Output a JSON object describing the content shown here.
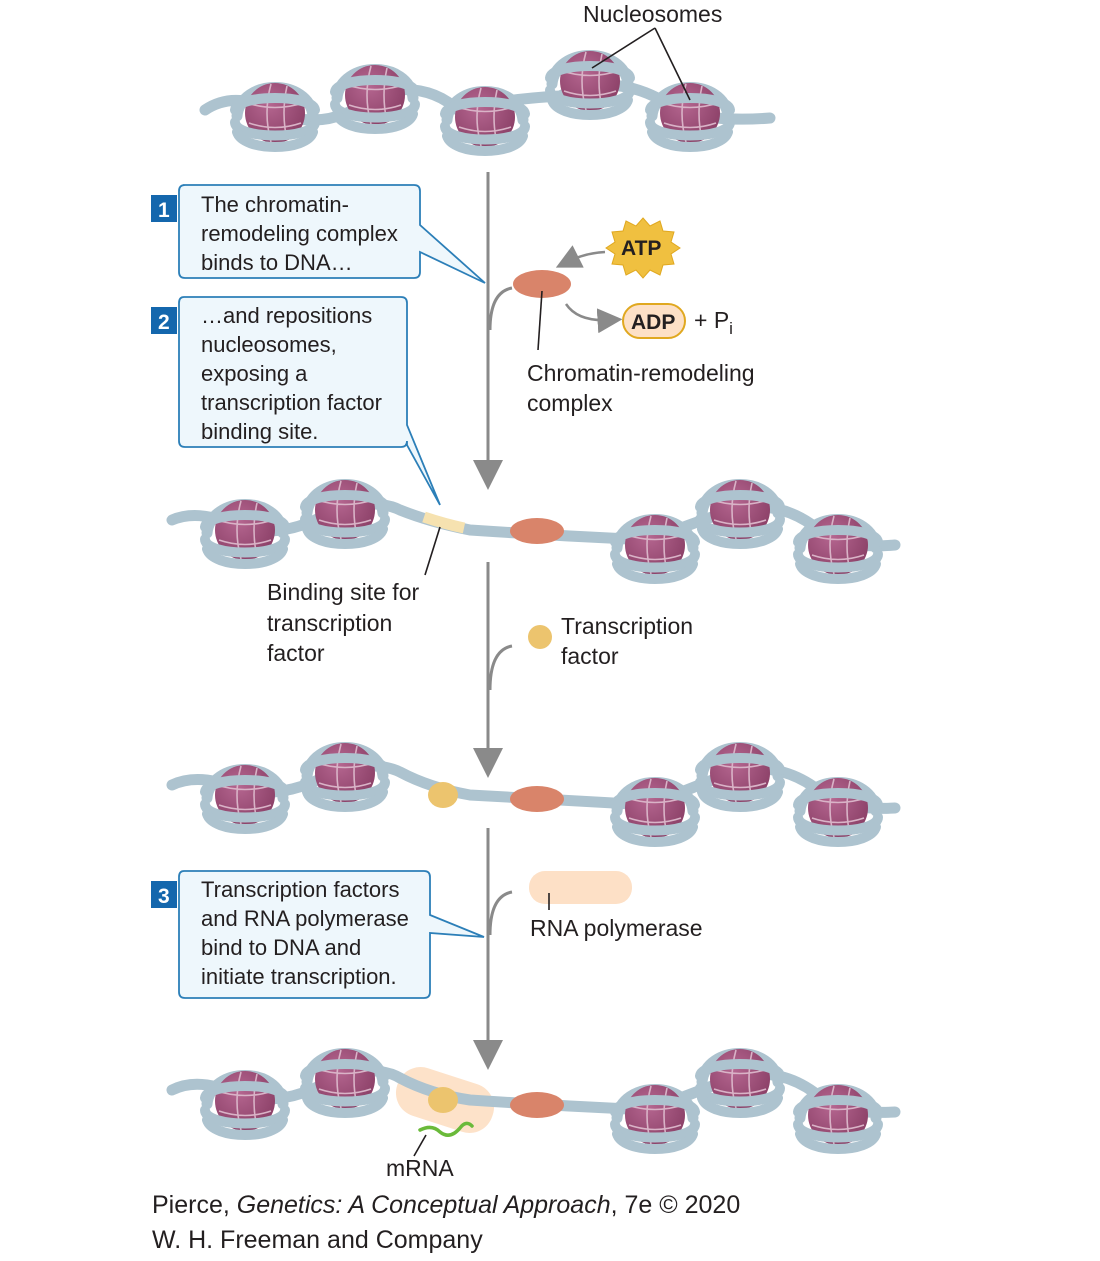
{
  "labels": {
    "nucleosomes": "Nucleosomes",
    "atp": "ATP",
    "adp": "ADP",
    "pi_prefix": "+ P",
    "pi_sub": "i",
    "remodeler_line1": "Chromatin-remodeling",
    "remodeler_line2": "complex",
    "binding_line1": "Binding site for",
    "binding_line2": "transcription",
    "binding_line3": "factor",
    "tf_line1": "Transcription",
    "tf_line2": "factor",
    "rnapol": "RNA polymerase",
    "mrna": "mRNA"
  },
  "steps": [
    {
      "num": "1",
      "lines": [
        "The chromatin-",
        "remodeling complex",
        "binds to DNA…"
      ]
    },
    {
      "num": "2",
      "lines": [
        "…and repositions",
        "nucleosomes,",
        "exposing a",
        "transcription factor",
        "binding site."
      ]
    },
    {
      "num": "3",
      "lines": [
        "Transcription factors",
        "and RNA polymerase",
        "bind to DNA and",
        "initiate transcription."
      ]
    }
  ],
  "credit": {
    "author": "Pierce, ",
    "book": "Genetics: A Conceptual Approach",
    "edition": ", 7e © 2020",
    "publisher": "W. H. Freeman and Company"
  },
  "colors": {
    "dna": "#adc3cf",
    "histone": "#9e4f78",
    "remodeler": "#d9846a",
    "atp": "#f0c040",
    "tf": "#ecc46e",
    "binding_site": "#f6e2b0",
    "rnapol": "#fde0c6",
    "mrna": "#6aba3a",
    "box_border": "#2c7fb8",
    "box_fill": "#eef7fc",
    "step_badge": "#1467ad",
    "arrow": "#8a8a8a"
  }
}
